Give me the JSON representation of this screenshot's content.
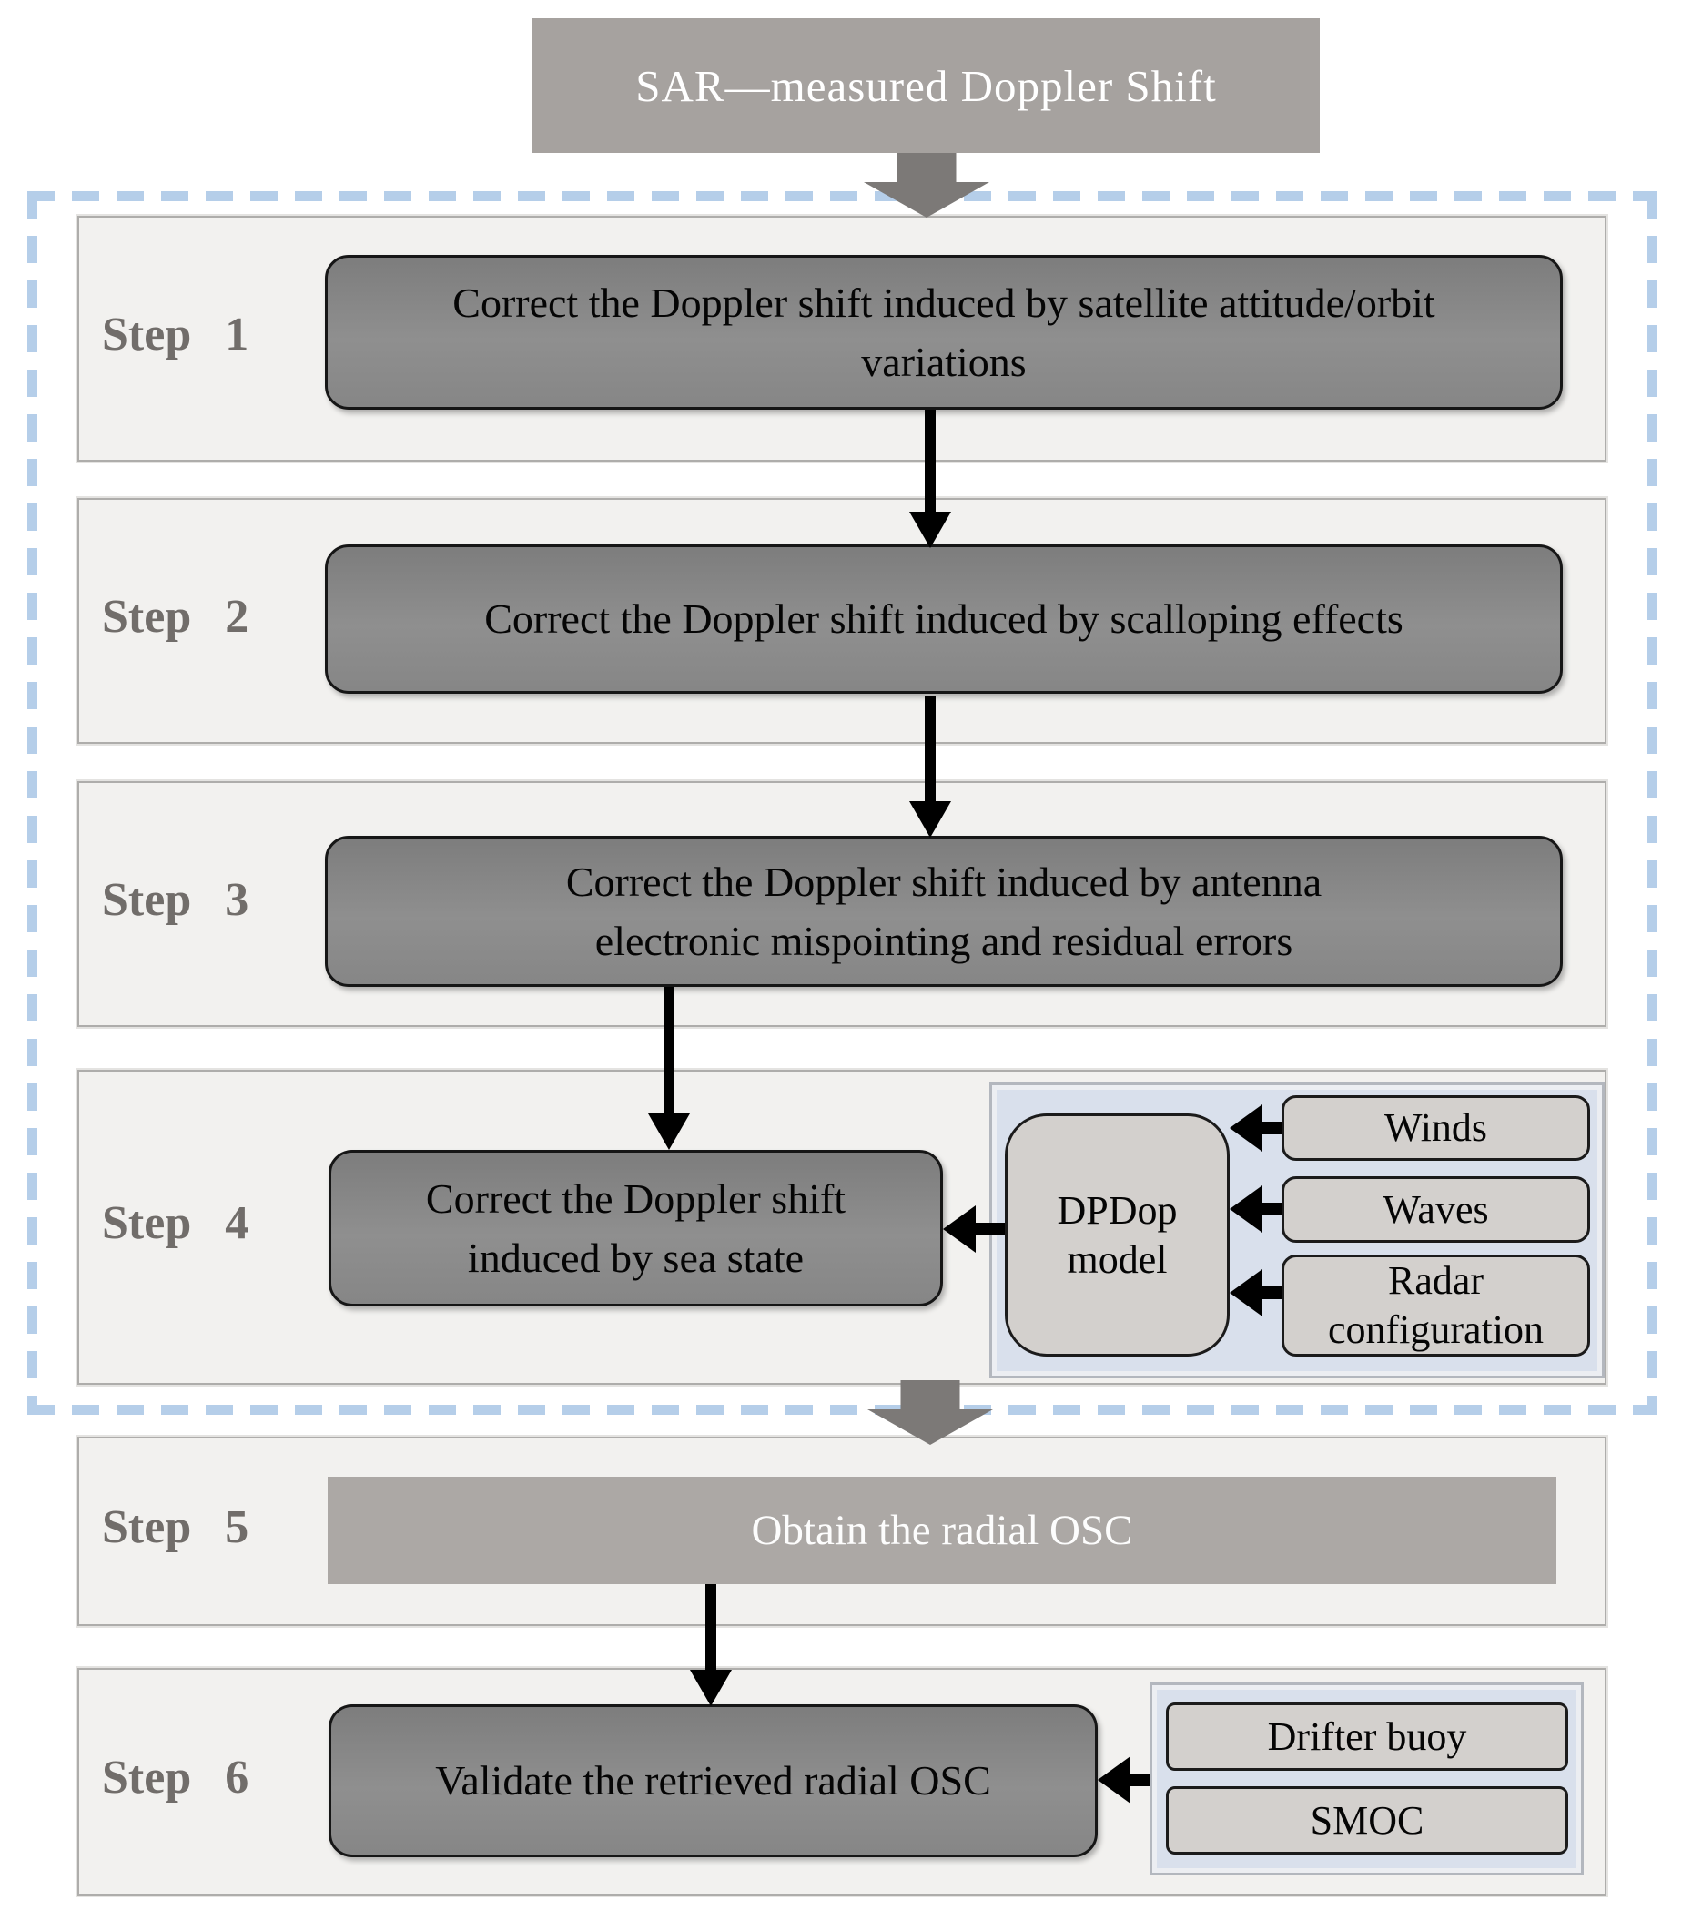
{
  "title": "SAR—measured Doppler Shift",
  "steps": [
    {
      "label": "Step 1",
      "text": "Correct the Doppler shift induced by satellite attitude/orbit variations"
    },
    {
      "label": "Step 2",
      "text": "Correct the Doppler shift induced by scalloping effects"
    },
    {
      "label": "Step 3",
      "text": "Correct the Doppler shift induced by antenna electronic mispointing and residual errors"
    },
    {
      "label": "Step 4",
      "text": "Correct the Doppler shift induced by sea state"
    },
    {
      "label": "Step 5",
      "text": "Obtain the radial OSC"
    },
    {
      "label": "Step 6",
      "text": "Validate the retrieved radial OSC"
    }
  ],
  "step4_model": {
    "model": "DPDop model",
    "inputs": [
      "Winds",
      "Waves",
      "Radar configuration"
    ]
  },
  "step6_references": [
    "Drifter buoy",
    "SMOC"
  ],
  "colors": {
    "header_box": "#a6a29f",
    "gray_arrow": "#7c7977",
    "dashed_border": "#b5cee9",
    "panel_bg": "#f2f1ef",
    "dark_box_mid": "#8b8b8b",
    "flat_box": "#aca8a5",
    "model_panel_bg": "#d9e0ec",
    "light_box": "#d3d0cd",
    "step_label": "#716d6a",
    "black_arrow": "#000000"
  }
}
